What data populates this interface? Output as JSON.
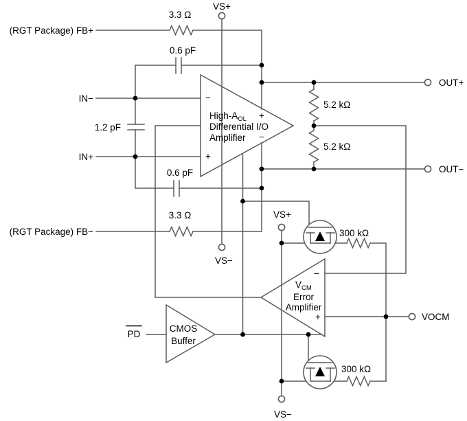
{
  "labels": {
    "fb_plus": "(RGT Package) FB+",
    "fb_minus": "(RGT Package) FB−",
    "in_minus": "IN−",
    "in_plus": "IN+",
    "pd": "PD",
    "vs_plus_top": "VS+",
    "vs_minus_main": "VS−",
    "vs_plus_vcm": "VS+",
    "vs_minus_bottom": "VS−",
    "out_plus": "OUT+",
    "out_minus": "OUT−",
    "vocm": "VOCM"
  },
  "components": {
    "r_fb_plus": "3.3 Ω",
    "r_fb_minus": "3.3 Ω",
    "c_fb_plus": "0.6 pF",
    "c_fb_minus": "0.6 pF",
    "c_input": "1.2 pF",
    "r_divider_top": "5.2 kΩ",
    "r_divider_bottom": "5.2 kΩ",
    "r_vocm_top": "300 kΩ",
    "r_vocm_bottom": "300 kΩ"
  },
  "blocks": {
    "main_amp": {
      "line1_pre": "High-A",
      "line1_sub": "OL",
      "line2": "Differential I/O",
      "line3": "Amplifier"
    },
    "vcm_amp": {
      "line1_pre": "V",
      "line1_sub": "CM",
      "line2": "Error",
      "line3": "Amplifier"
    },
    "cmos_buffer": {
      "line1": "CMOS",
      "line2": "Buffer"
    }
  },
  "signs": {
    "plus": "+",
    "minus": "−"
  },
  "colors": {
    "wire": "#5c5c5c",
    "text": "#000000",
    "background": "#ffffff",
    "junction_dot": "#000000"
  }
}
